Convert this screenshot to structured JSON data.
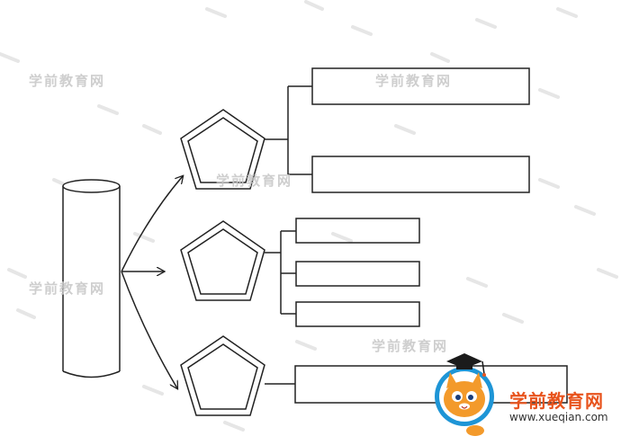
{
  "watermark": {
    "text": "学前教育网",
    "color": "#c9c9c9"
  },
  "logo": {
    "brand": "学前教育网",
    "url": "www.xueqian.com",
    "brand_color": "#e8541e",
    "mascot_icon": "cat-mascot-with-graduation-cap-icon"
  },
  "diagram": {
    "stroke_color": "#222222",
    "root_shape": "cylinder",
    "branch_shape": "double-pentagon",
    "branches": [
      {
        "label_boxes": [
          "",
          ""
        ]
      },
      {
        "label_boxes": [
          "",
          "",
          ""
        ]
      },
      {
        "label_boxes": [
          ""
        ]
      }
    ]
  }
}
